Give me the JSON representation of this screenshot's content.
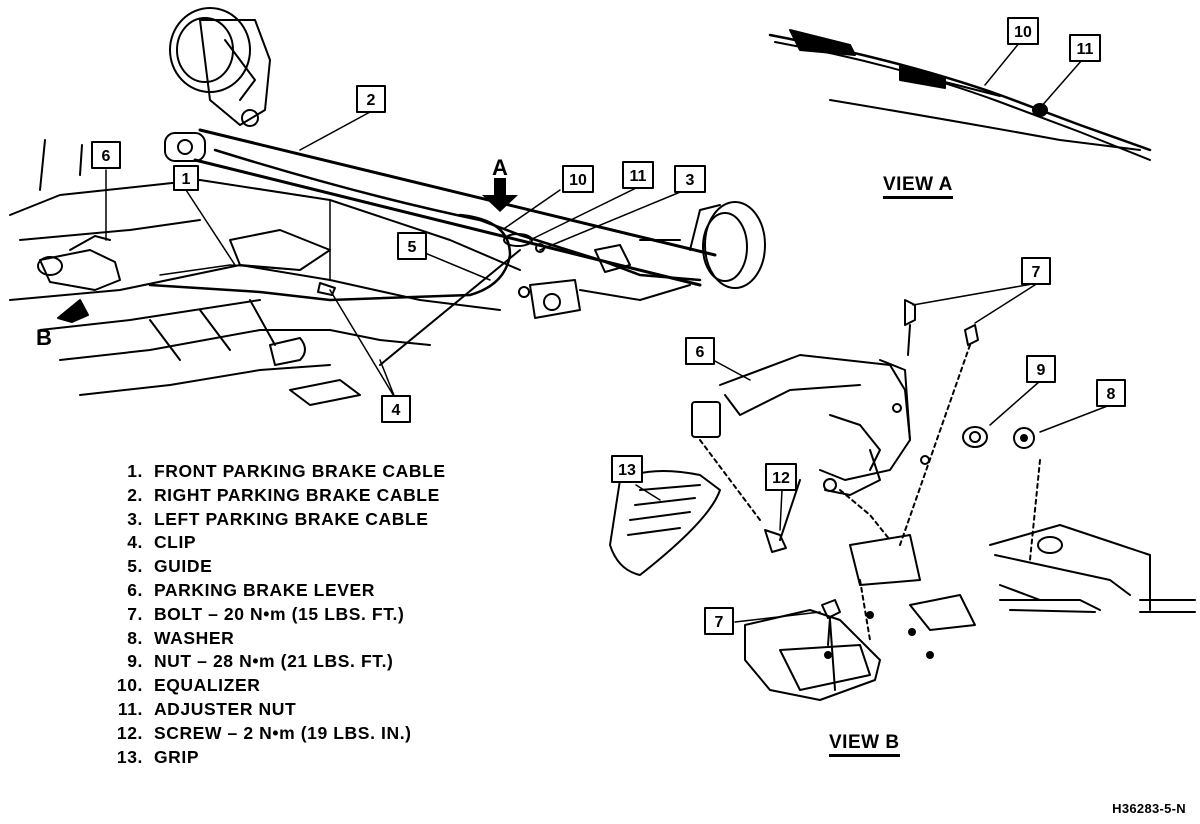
{
  "legend": [
    {
      "num": "1.",
      "text": "FRONT PARKING BRAKE CABLE"
    },
    {
      "num": "2.",
      "text": "RIGHT PARKING BRAKE CABLE"
    },
    {
      "num": "3.",
      "text": "LEFT PARKING BRAKE CABLE"
    },
    {
      "num": "4.",
      "text": "CLIP"
    },
    {
      "num": "5.",
      "text": "GUIDE"
    },
    {
      "num": "6.",
      "text": "PARKING BRAKE LEVER"
    },
    {
      "num": "7.",
      "text": "BOLT – 20 N•m (15 LBS. FT.)"
    },
    {
      "num": "8.",
      "text": "WASHER"
    },
    {
      "num": "9.",
      "text": "NUT – 28 N•m (21 LBS. FT.)"
    },
    {
      "num": "10.",
      "text": "EQUALIZER"
    },
    {
      "num": "11.",
      "text": "ADJUSTER NUT"
    },
    {
      "num": "12.",
      "text": "SCREW – 2 N•m (19 LBS. IN.)"
    },
    {
      "num": "13.",
      "text": "GRIP"
    }
  ],
  "views": {
    "view_a": "VIEW A",
    "view_b": "VIEW B"
  },
  "arrows": {
    "a": "A",
    "b": "B"
  },
  "callouts": {
    "c1": "1",
    "c2": "2",
    "c3": "3",
    "c4": "4",
    "c5": "5",
    "c6_main": "6",
    "c10_main": "10",
    "c11_main": "11",
    "c10_a": "10",
    "c11_a": "11",
    "c6_b": "6",
    "c7_top": "7",
    "c7_bottom": "7",
    "c8": "8",
    "c9": "9",
    "c12": "12",
    "c13": "13"
  },
  "figure_code": "H36283-5-N"
}
